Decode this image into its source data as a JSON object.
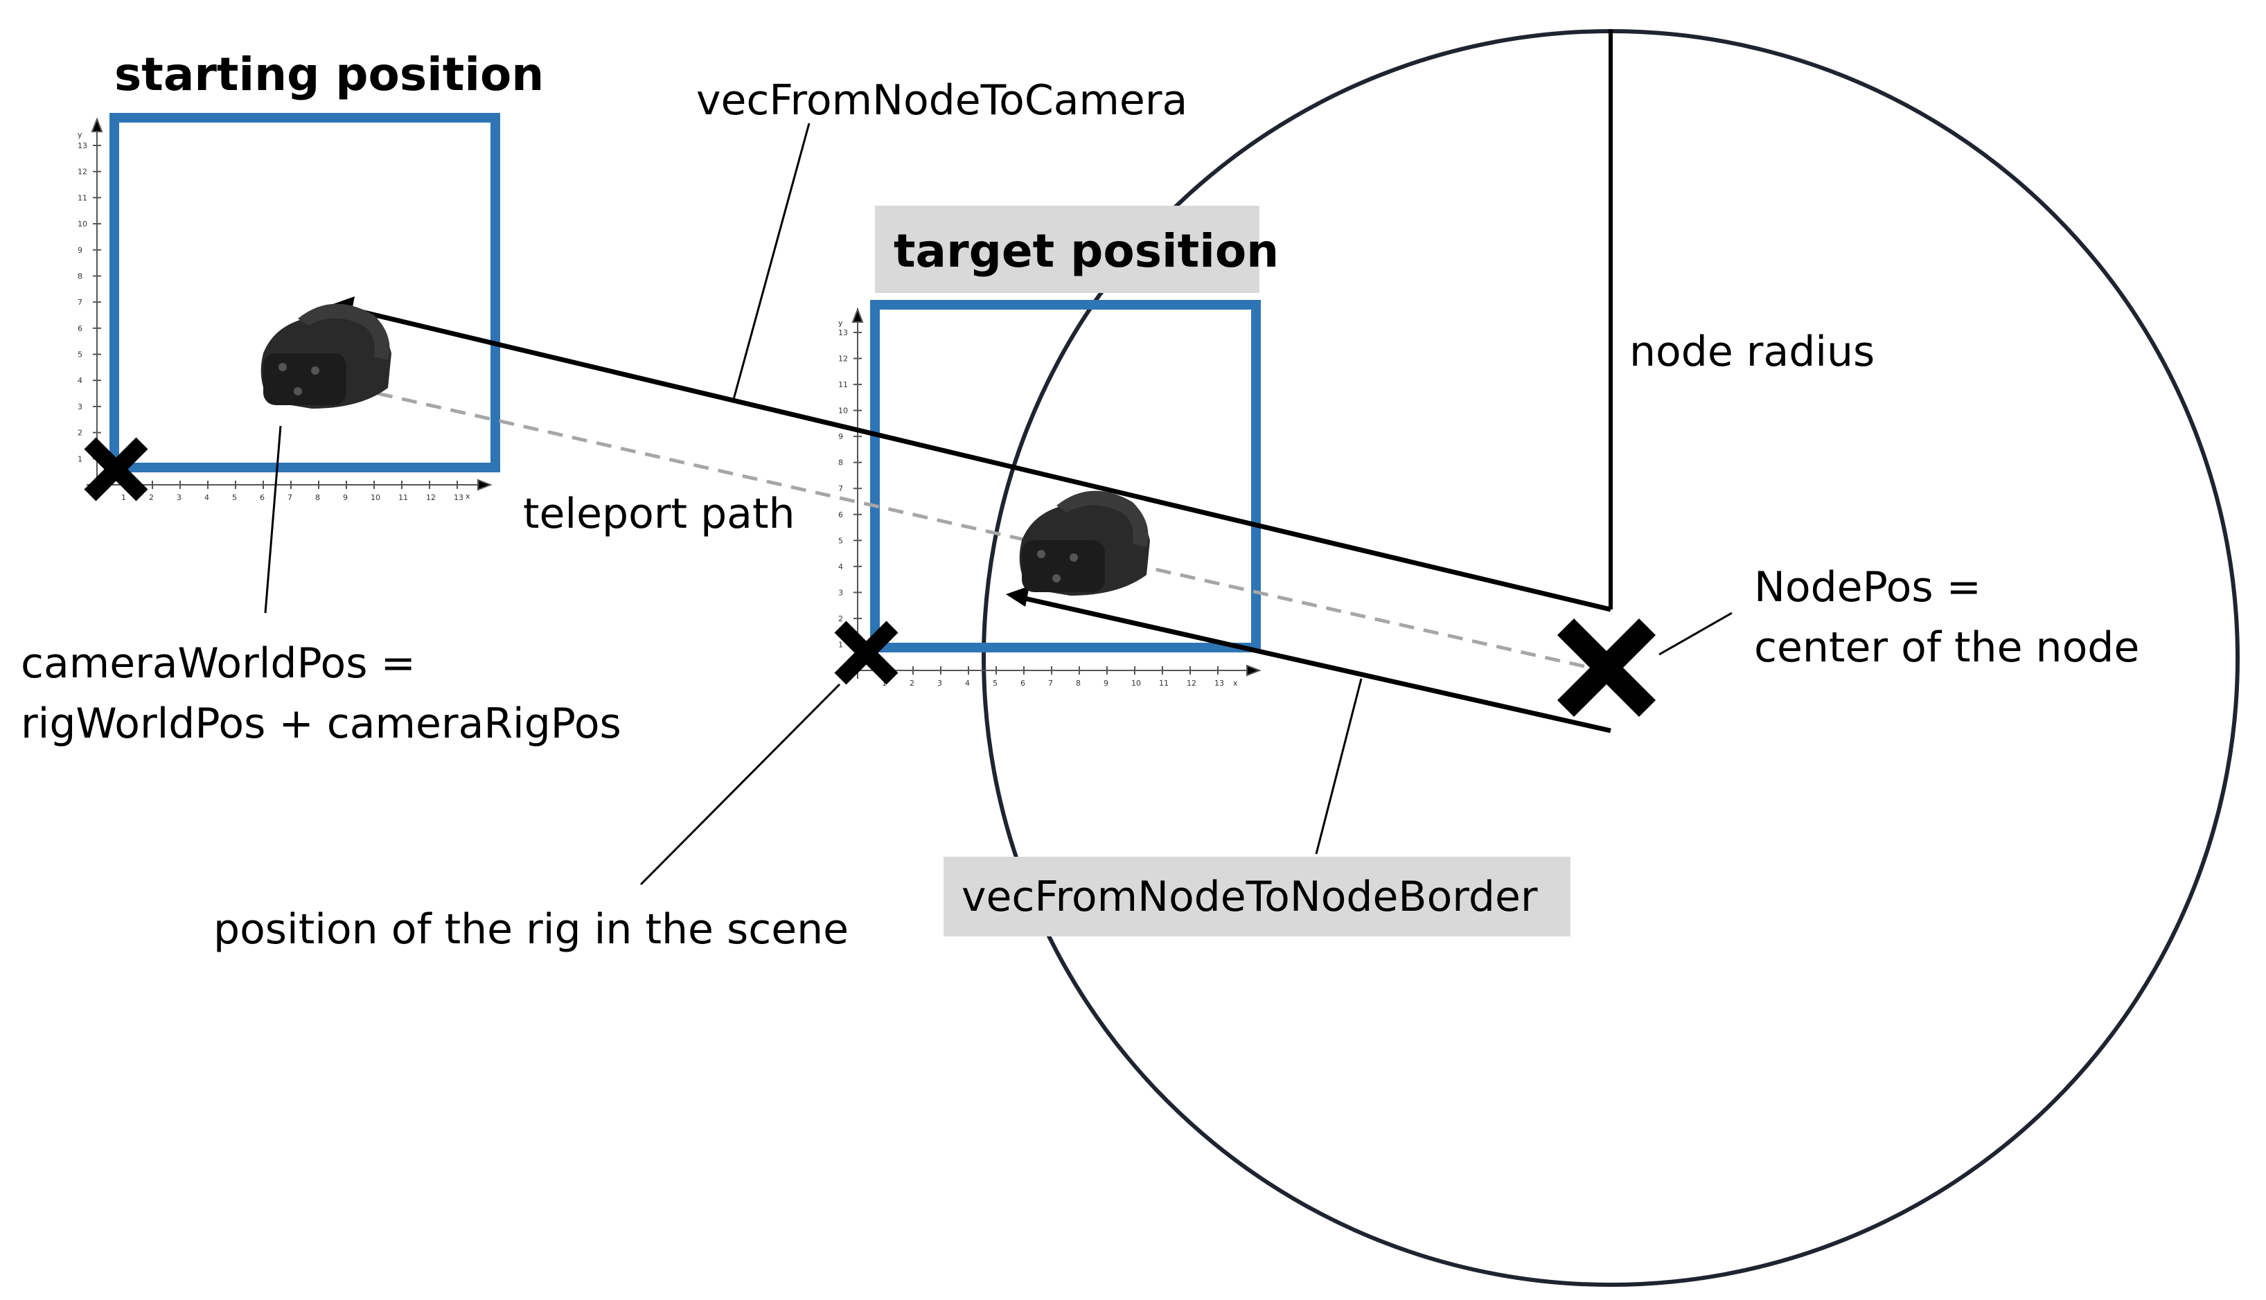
{
  "labels": {
    "starting_position": "starting position",
    "target_position": "target position",
    "vec_node_to_camera": "vecFromNodeToCamera",
    "node_radius": "node radius",
    "teleport_path": "teleport path",
    "nodepos_line1": "NodePos =",
    "nodepos_line2": "center of the node",
    "camera_world_line1": "cameraWorldPos =",
    "camera_world_line2": "rigWorldPos + cameraRigPos",
    "rig_position": "position of the rig in the scene",
    "vec_node_to_border": "vecFromNodeToNodeBorder"
  },
  "axes": {
    "x_letter": "x",
    "y_letter": "y",
    "ticks": [
      "1",
      "2",
      "3",
      "4",
      "5",
      "6",
      "7",
      "8",
      "9",
      "10",
      "11",
      "12",
      "13"
    ]
  },
  "colors": {
    "rig_box": "#2e75b6",
    "label_bg": "#d9d9d9",
    "circle": "#1f2430",
    "path_dashed": "#a6a6a6"
  },
  "icons": {
    "headset": "vr-headset-icon",
    "marker": "cross-marker-icon"
  }
}
